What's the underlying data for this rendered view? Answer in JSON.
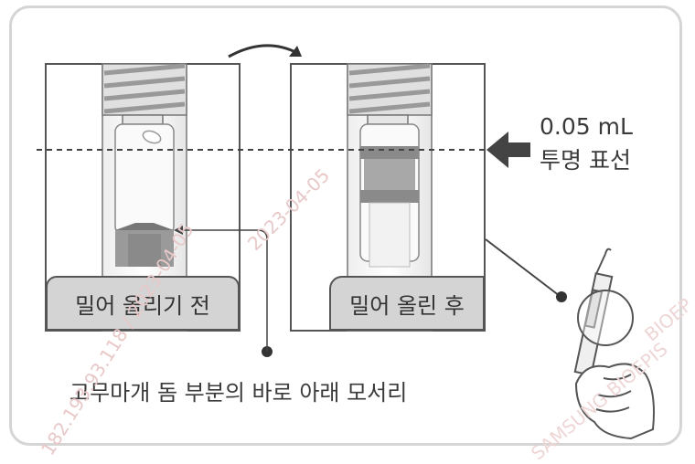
{
  "panel_before_label": "밀어 올리기 전",
  "panel_after_label": "밀어 올린 후",
  "dose_volume": "0.05 mL",
  "dose_marker_text": "투명 표선",
  "pointer_caption": "고무마개 돔 부분의 바로 아래 모서리",
  "watermark_1": "2023-04-05",
  "watermark_2": "182.193.93.118 / 2023-04-05",
  "watermark_3": "BIOEP",
  "watermark_4": "SAMSUNG BIOEPIS",
  "colors": {
    "frame": "#d5d5d5",
    "label_bg": "#d4d4d4",
    "outline": "#555555",
    "arrow": "#444444"
  }
}
